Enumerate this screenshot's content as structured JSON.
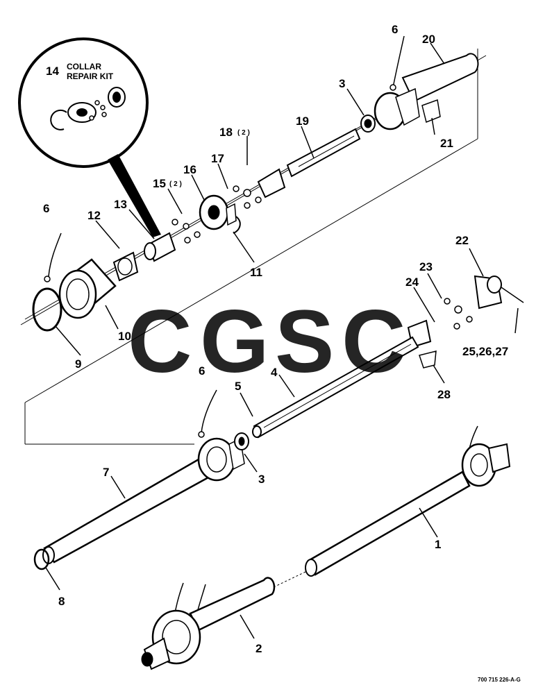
{
  "callouts": {
    "c1": "1",
    "c2": "2",
    "c3a": "3",
    "c3b": "3",
    "c4": "4",
    "c5": "5",
    "c6a": "6",
    "c6b": "6",
    "c6c": "6",
    "c7": "7",
    "c8": "8",
    "c9": "9",
    "c10": "10",
    "c11": "11",
    "c12": "12",
    "c13": "13",
    "c14": "14",
    "c15": "15",
    "c16": "16",
    "c17": "17",
    "c18": "18",
    "c19": "19",
    "c20": "20",
    "c21": "21",
    "c22": "22",
    "c23": "23",
    "c24": "24",
    "c25_27": "25,26,27",
    "c28": "28"
  },
  "qty": {
    "q15": "( 2 )",
    "q18": "( 2 )"
  },
  "inset": {
    "title_line1": "COLLAR",
    "title_line2": "REPAIR KIT"
  },
  "drawing_code": "700 715 226-A-G",
  "watermark": {
    "letters": [
      "C",
      "G",
      "S",
      "C"
    ],
    "colors": [
      "#4f8ef7",
      "#f26b6b",
      "#f7d35c",
      "#4fb888"
    ]
  }
}
